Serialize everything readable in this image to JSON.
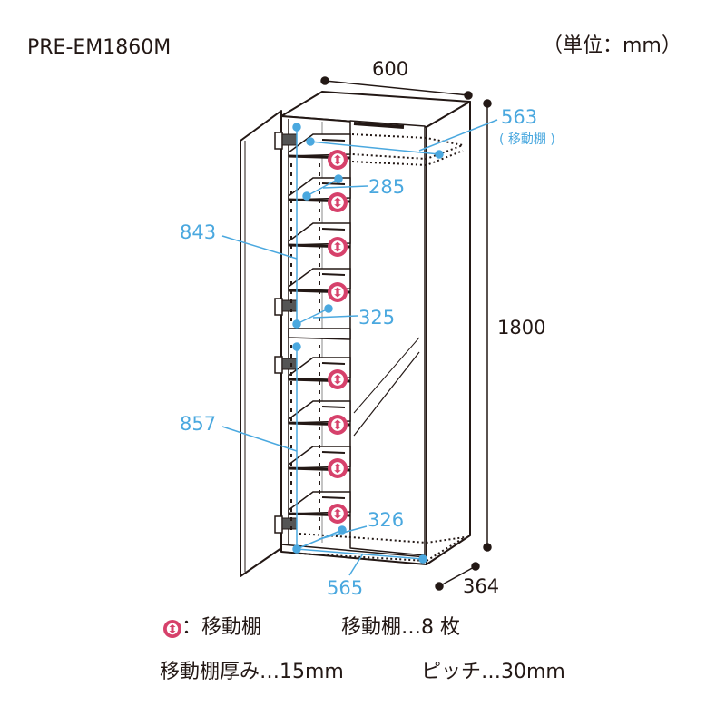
{
  "model": "PRE-EM1860M",
  "unit_note": "（単位：mm）",
  "dimensions": {
    "width": "600",
    "height": "1800",
    "depth": "364",
    "movable_shelf_depth": "563",
    "movable_shelf_note": "( 移動棚 )",
    "shelf_285": "285",
    "shelf_325": "325",
    "upper_height": "843",
    "lower_height": "857",
    "bottom_326": "326",
    "bottom_565": "565"
  },
  "legend": {
    "icon_label": "：移動棚",
    "shelf_count": "移動棚…8 枚",
    "shelf_thickness": "移動棚厚み…15mm",
    "pitch": "ピッチ…30mm"
  },
  "colors": {
    "dimension_blue": "#4aa8df",
    "movable_icon": "#d6416b",
    "line": "#231815"
  }
}
